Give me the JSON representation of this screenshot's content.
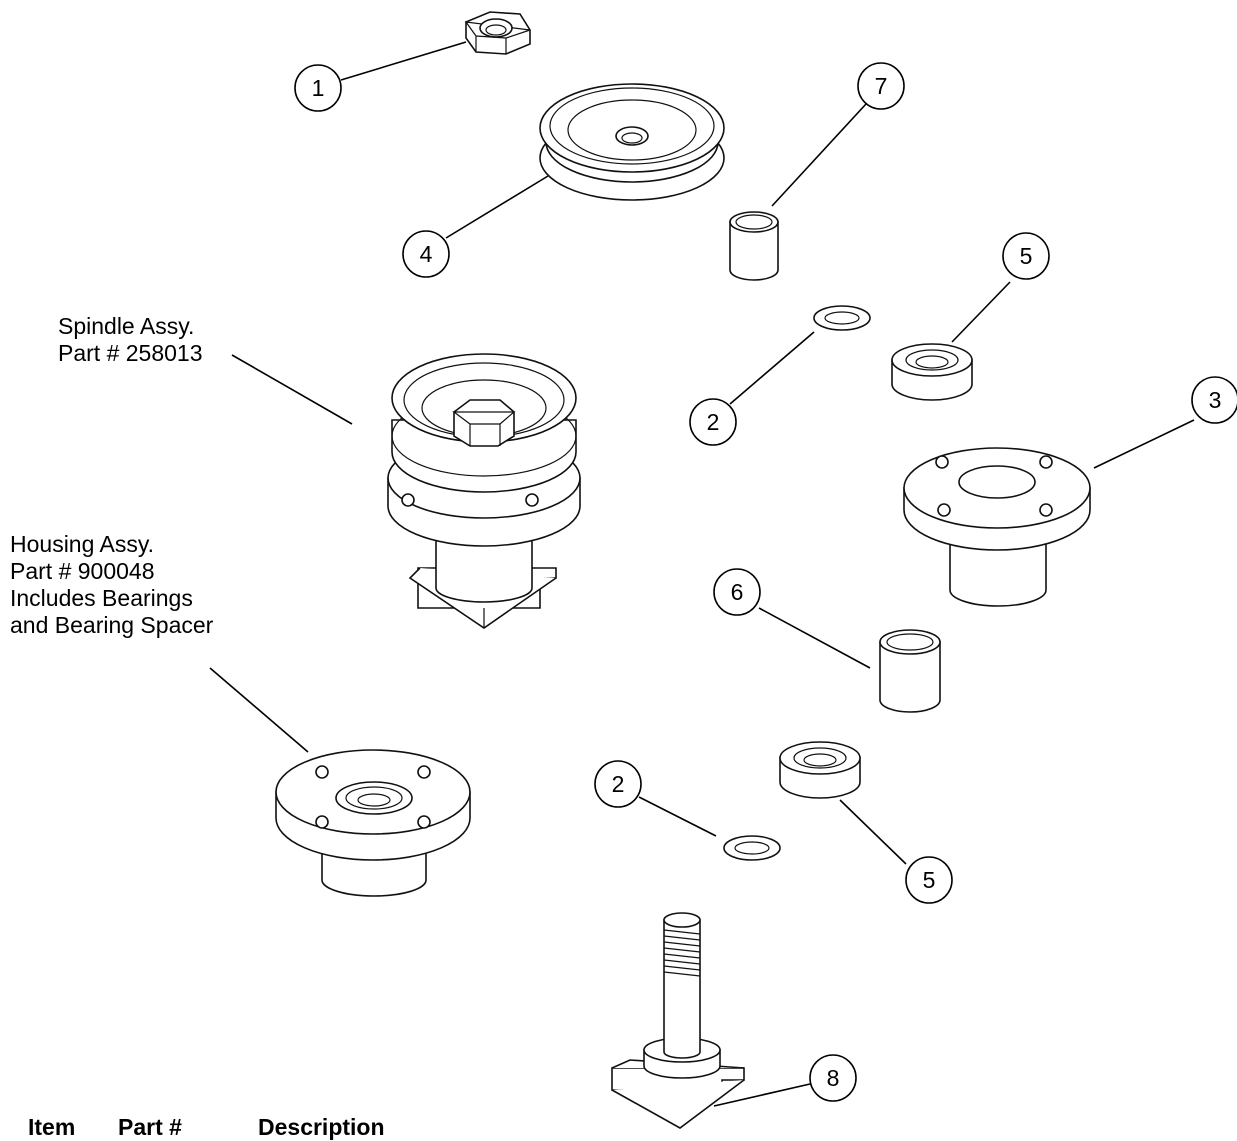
{
  "callouts": [
    {
      "id": "c1",
      "label": "1"
    },
    {
      "id": "c4",
      "label": "4"
    },
    {
      "id": "c7",
      "label": "7"
    },
    {
      "id": "c5a",
      "label": "5"
    },
    {
      "id": "c2a",
      "label": "2"
    },
    {
      "id": "c3",
      "label": "3"
    },
    {
      "id": "c6",
      "label": "6"
    },
    {
      "id": "c2b",
      "label": "2"
    },
    {
      "id": "c5b",
      "label": "5"
    },
    {
      "id": "c8",
      "label": "8"
    }
  ],
  "assemblies": {
    "spindle": {
      "line1": "Spindle Assy.",
      "line2": "Part # 258013"
    },
    "housing": {
      "line1": "Housing Assy.",
      "line2": "Part # 900048",
      "line3": "Includes Bearings",
      "line4": "and Bearing Spacer"
    }
  },
  "table_header": {
    "item": "Item",
    "part": "Part #",
    "description": "Description"
  },
  "icons": [
    "hex-nut-icon",
    "pulley-icon",
    "spacer-icon",
    "washer-icon",
    "bearing-icon",
    "housing-icon",
    "spindle-assembly-icon",
    "housing-assembly-icon",
    "spindle-bolt-icon"
  ]
}
